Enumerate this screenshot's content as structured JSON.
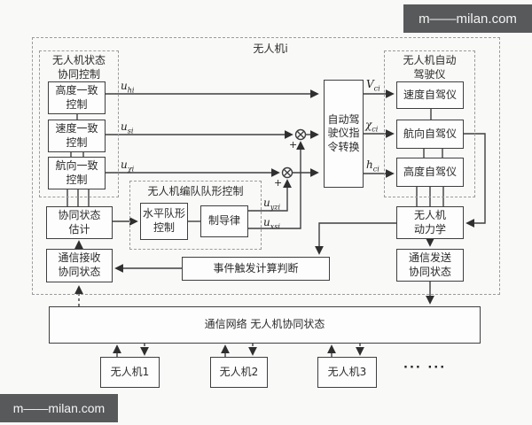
{
  "watermark": {
    "text": "m——milan.com"
  },
  "title": {
    "uav_i": "无人机i"
  },
  "groups": {
    "state_coop": "无人机状态\n协同控制",
    "formation": "无人机编队队形控制",
    "autopilot": "无人机自动\n驾驶仪"
  },
  "boxes": {
    "altitude_consensus": "高度一致\n控制",
    "speed_consensus": "速度一致\n控制",
    "heading_consensus": "航向一致\n控制",
    "coop_estimation": "协同状态\n估计",
    "comm_receive": "通信接收\n协同状态",
    "horizontal_formation": "水平队形\n控制",
    "guidance_law": "制导律",
    "event_trigger": "事件触发计算判断",
    "cmd_conversion": "自动驾\n驶仪指\n令转换",
    "speed_autopilot": "速度自驾仪",
    "heading_autopilot": "航向自驾仪",
    "altitude_autopilot": "高度自驾仪",
    "uav_dynamics": "无人机\n动力学",
    "comm_send": "通信发送\n协同状态",
    "network": "通信网络  无人机协同状态",
    "uav1": "无人机1",
    "uav2": "无人机2",
    "uav3": "无人机3"
  },
  "signals": {
    "u_hi": {
      "base": "u",
      "sub": "hi"
    },
    "u_si": {
      "base": "u",
      "sub": "si"
    },
    "u_chi": {
      "base": "u",
      "sub": "χi"
    },
    "u_yzi": {
      "base": "u",
      "sub": "yzi"
    },
    "u_xsi": {
      "base": "u",
      "sub": "xsi"
    },
    "v_ci": {
      "base": "V",
      "sub": "ci"
    },
    "chi_ci": {
      "base": "χ",
      "sub": "ci"
    },
    "h_ci": {
      "base": "h",
      "sub": "ci"
    }
  },
  "misc": {
    "plus": "+",
    "dots": "···  ···"
  },
  "colors": {
    "line": "#3f3f3f",
    "watermark_bg": "#58595b",
    "background": "#f9f9f8"
  }
}
